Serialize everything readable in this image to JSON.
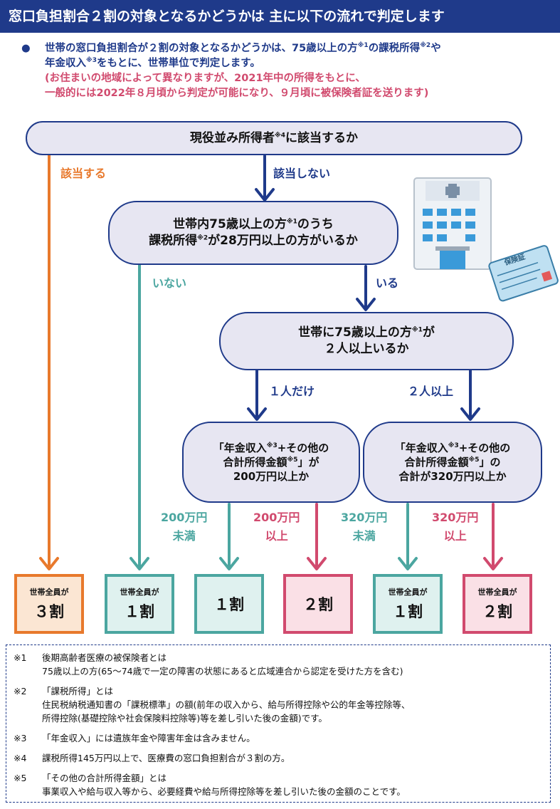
{
  "header": {
    "title": "窓口負担割合２割の対象となるかどうかは 主に以下の流れで判定します"
  },
  "intro": {
    "line1a": "世帯の窓口負担割合が２割の対象となるかどうかは、75歳以上の方",
    "line1b": "の課税所得",
    "line1c": "や",
    "line2a": "年金収入",
    "line2b": "をもとに、世帯単位で判定します。",
    "line3": "(お住まいの地域によって異なりますが、2021年中の所得をもとに、",
    "line4": "一般的には2022年８月頃から判定が可能になり、９月頃に被保険者証を送ります)"
  },
  "marks": {
    "m1": "※1",
    "m2": "※2",
    "m3": "※3",
    "m4": "※4",
    "m5": "※5"
  },
  "q1": {
    "a": "現役並み所得者",
    "b": "に該当するか"
  },
  "q2": {
    "l1a": "世帯内75歳以上の方",
    "l1b": "のうち",
    "l2a": "課税所得",
    "l2b": "が28万円以上の方がいるか"
  },
  "q3": {
    "l1a": "世帯に75歳以上の方",
    "l1b": "が",
    "l2": "２人以上いるか"
  },
  "q4": {
    "l1a": "「年金収入",
    "l1b": "+その他の",
    "l2a": "合計所得金額",
    "l2b": "」が",
    "l3": "200万円以上か"
  },
  "q5": {
    "l1a": "「年金収入",
    "l1b": "+その他の",
    "l2a": "合計所得金額",
    "l2b": "」の",
    "l3": "合計が320万円以上か"
  },
  "labels": {
    "yes": "該当する",
    "no": "該当しない",
    "none": "いない",
    "some": "いる",
    "one": "１人だけ",
    "two": "２人以上",
    "u200a": "200万円",
    "u200b": "未満",
    "o200a": "200万円",
    "o200b": "以上",
    "u320a": "320万円",
    "u320b": "未満",
    "o320a": "320万円",
    "o320b": "以上"
  },
  "results": [
    {
      "title": "世帯全員が",
      "value": "３割"
    },
    {
      "title": "世帯全員が",
      "value": "１割"
    },
    {
      "title": "",
      "value": "１割"
    },
    {
      "title": "",
      "value": "２割"
    },
    {
      "title": "世帯全員が",
      "value": "１割"
    },
    {
      "title": "世帯全員が",
      "value": "２割"
    }
  ],
  "notes": [
    {
      "mark": "※1",
      "lines": [
        "後期高齢者医療の被保険者とは",
        "75歳以上の方(65～74歳で一定の障害の状態にあると広域連合から認定を受けた方を含む)"
      ]
    },
    {
      "mark": "※2",
      "lines": [
        "「課税所得」とは",
        "住民税納税通知書の「課税標準」の額(前年の収入から、給与所得控除や公的年金等控除等、",
        "所得控除(基礎控除や社会保険料控除等)等を差し引いた後の金額)です。"
      ]
    },
    {
      "mark": "※3",
      "lines": [
        "「年金収入」には遺族年金や障害年金は含みません。"
      ]
    },
    {
      "mark": "※4",
      "lines": [
        "課税所得145万円以上で、医療費の窓口負担割合が３割の方。"
      ]
    },
    {
      "mark": "※5",
      "lines": [
        "「その他の合計所得金額」とは",
        "事業収入や給与収入等から、必要経費や給与所得控除等を差し引いた後の金額のことです。"
      ]
    }
  ],
  "illustration": {
    "card_text": "保険証"
  },
  "colors": {
    "navy": "#1f3a8a",
    "orange": "#e8792c",
    "teal": "#4ba6a0",
    "pink": "#d14a6e",
    "box_fill": "#e7e6f2"
  }
}
